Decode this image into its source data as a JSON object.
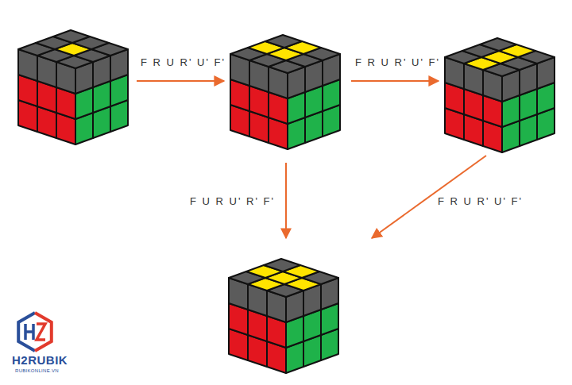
{
  "diagram": {
    "labels": [
      "F R U R' U' F'",
      "F R U R' U' F'",
      "F U R U' R' F'",
      "F R U R' U' F'",
      "H2RUBIK",
      "RUBIKONLINE.VN"
    ]
  }
}
